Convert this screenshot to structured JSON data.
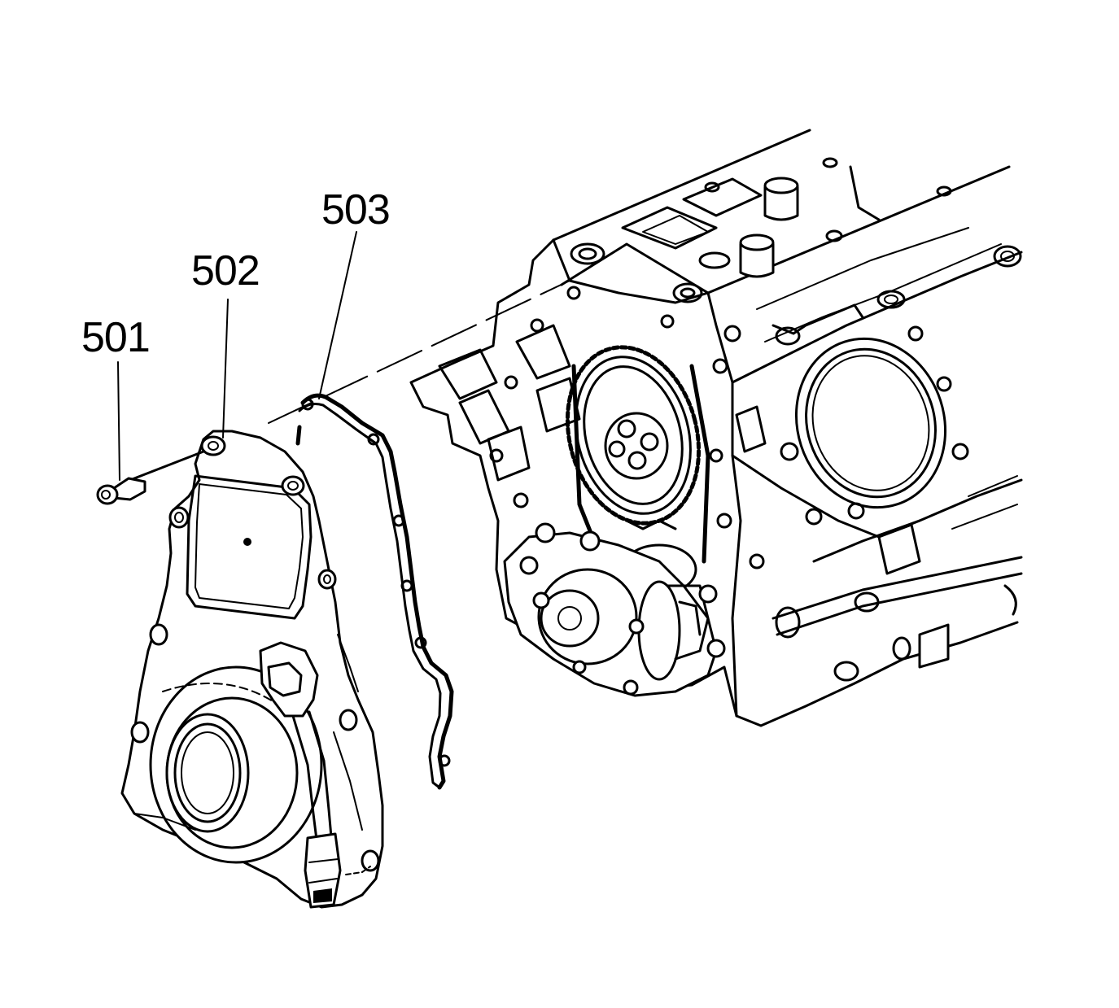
{
  "callouts": [
    {
      "id": "501",
      "label": "501"
    },
    {
      "id": "502",
      "label": "502"
    },
    {
      "id": "503",
      "label": "503"
    }
  ],
  "colors": {
    "line": "#000000",
    "background": "#ffffff"
  }
}
